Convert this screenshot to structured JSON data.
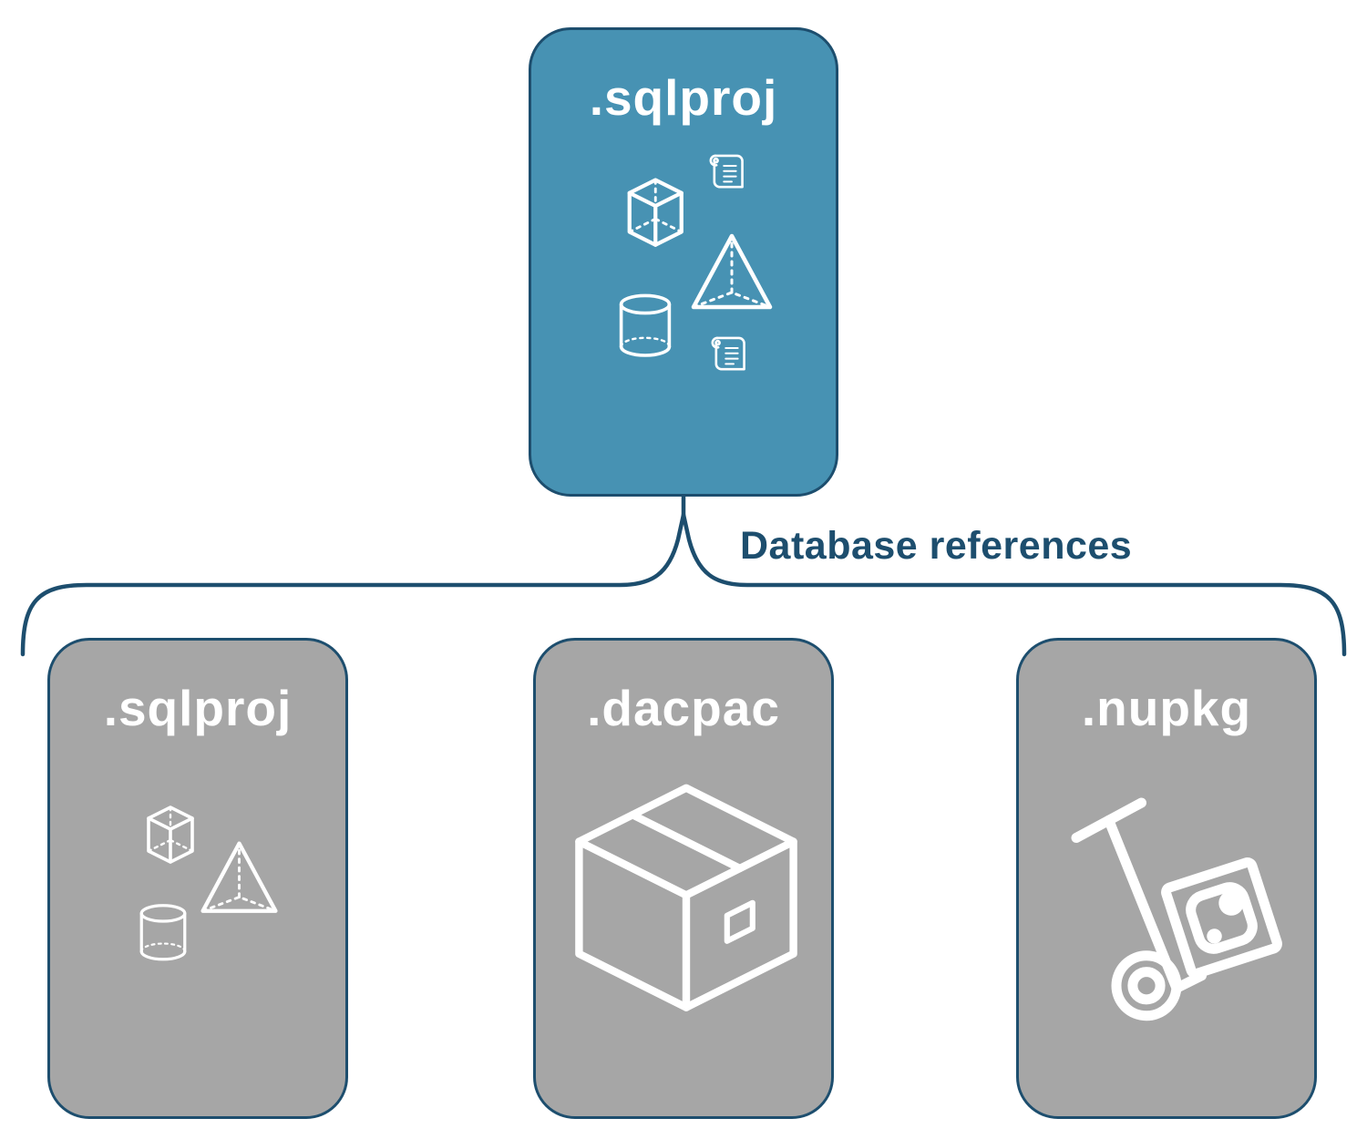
{
  "diagram": {
    "root": {
      "label": ".sqlproj",
      "icons": [
        "cube-icon",
        "scroll-icon",
        "pyramid-icon",
        "database-cylinder-icon",
        "scroll-icon"
      ]
    },
    "connector": {
      "label": "Database references"
    },
    "children": [
      {
        "label": ".sqlproj",
        "icons": [
          "cube-icon",
          "pyramid-icon",
          "database-cylinder-icon"
        ]
      },
      {
        "label": ".dacpac",
        "icons": [
          "package-box-icon"
        ]
      },
      {
        "label": ".nupkg",
        "icons": [
          "hand-truck-icon"
        ]
      }
    ],
    "colors": {
      "root_fill": "#4792b3",
      "child_fill": "#a6a6a6",
      "node_border": "#1d4e6e",
      "connector_stroke": "#1d4e6e",
      "connector_label_color": "#1d4e6e",
      "node_label_color": "#ffffff",
      "icon_stroke": "#ffffff",
      "background": "#ffffff"
    }
  }
}
